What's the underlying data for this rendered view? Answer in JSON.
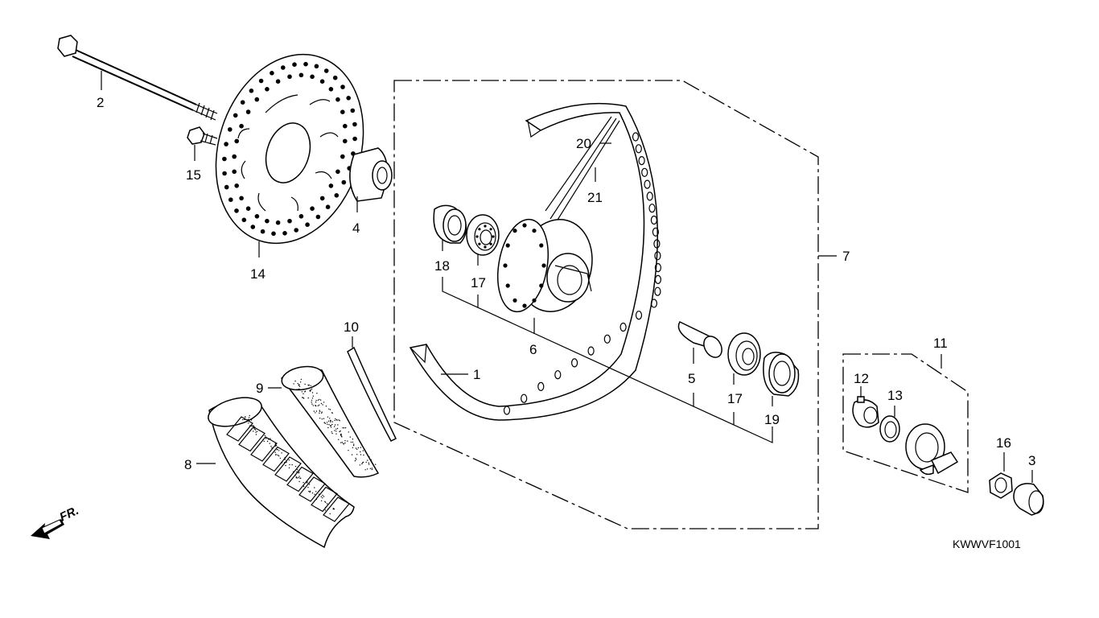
{
  "diagram_code": "KWWVF1001",
  "direction_label": "FR.",
  "colors": {
    "ink": "#000000",
    "paper": "#ffffff"
  },
  "callouts": {
    "c1": "1",
    "c2": "2",
    "c3": "3",
    "c4": "4",
    "c5": "5",
    "c6": "6",
    "c7": "7",
    "c8": "8",
    "c9": "9",
    "c10": "10",
    "c11": "11",
    "c12": "12",
    "c13": "13",
    "c14": "14",
    "c15": "15",
    "c16": "16",
    "c17a": "17",
    "c17b": "17",
    "c18": "18",
    "c19": "19",
    "c20": "20",
    "c21": "21"
  }
}
